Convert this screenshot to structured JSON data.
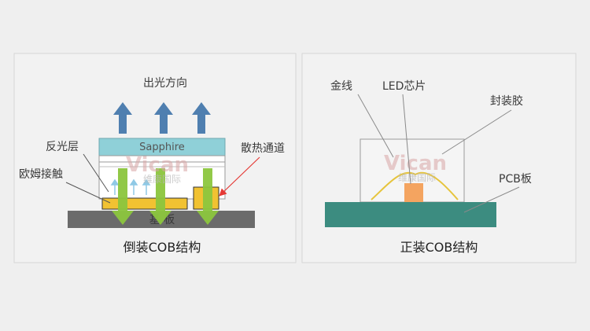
{
  "left_panel": {
    "caption": "倒装COB结构",
    "light_direction_label": "出光方向",
    "sapphire_label": "Sapphire",
    "reflective_layer_label": "反光层",
    "ohmic_contact_label": "欧姆接触",
    "heat_channel_label": "散热通道",
    "substrate_label": "基 板"
  },
  "right_panel": {
    "caption": "正装COB结构",
    "gold_wire_label": "金线",
    "led_chip_label": "LED芯片",
    "encapsulant_label": "封装胶",
    "pcb_label": "PCB板"
  },
  "watermark": {
    "brand": "Vican",
    "brand_cn": "维康国际"
  },
  "colors": {
    "background": "#efefef",
    "panel_bg": "#f2f2f2",
    "blue_arrow": "#4f7fb0",
    "sapphire": "#8fd0d8",
    "green_arrow": "#8cc63e",
    "yellow_pad": "#f1c232",
    "substrate": "#6b6b6b",
    "pcb": "#3c8c80",
    "chip": "#f4a460",
    "red_pointer": "#e53935"
  }
}
